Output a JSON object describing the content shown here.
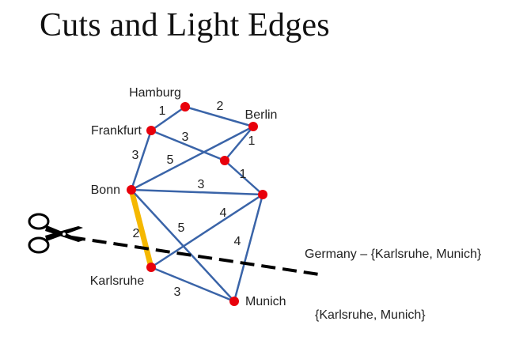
{
  "title": "Cuts and Light Edges",
  "colors": {
    "edge": "#3a64a8",
    "light_edge": "#f5b800",
    "node": "#e8000b",
    "cut_line": "#000000"
  },
  "nodes": [
    {
      "id": "hamburg",
      "label": "Hamburg"
    },
    {
      "id": "berlin",
      "label": "Berlin"
    },
    {
      "id": "frankfurt",
      "label": "Frankfurt"
    },
    {
      "id": "mid",
      "label": ""
    },
    {
      "id": "bonn",
      "label": "Bonn"
    },
    {
      "id": "east",
      "label": ""
    },
    {
      "id": "karlsruhe",
      "label": "Karlsruhe"
    },
    {
      "id": "munich",
      "label": "Munich"
    }
  ],
  "edges": [
    {
      "from": "hamburg",
      "to": "frankfurt",
      "weight": "1"
    },
    {
      "from": "hamburg",
      "to": "berlin",
      "weight": "2"
    },
    {
      "from": "frankfurt",
      "to": "mid",
      "weight": "3"
    },
    {
      "from": "frankfurt",
      "to": "bonn",
      "weight": "3"
    },
    {
      "from": "bonn",
      "to": "berlin",
      "weight": "5"
    },
    {
      "from": "berlin",
      "to": "mid",
      "weight": "1"
    },
    {
      "from": "mid",
      "to": "east",
      "weight": "1"
    },
    {
      "from": "bonn",
      "to": "east",
      "weight": "3"
    },
    {
      "from": "bonn",
      "to": "karlsruhe",
      "weight": "2",
      "light": true
    },
    {
      "from": "bonn",
      "to": "munich",
      "weight": "5"
    },
    {
      "from": "karlsruhe",
      "to": "east",
      "weight": "4"
    },
    {
      "from": "east",
      "to": "munich",
      "weight": "4"
    },
    {
      "from": "karlsruhe",
      "to": "munich",
      "weight": "3"
    }
  ],
  "cut": {
    "label_upper": "Germany – {Karlsruhe, Munich}",
    "label_lower": "{Karlsruhe, Munich}",
    "icon": "scissors-icon"
  }
}
